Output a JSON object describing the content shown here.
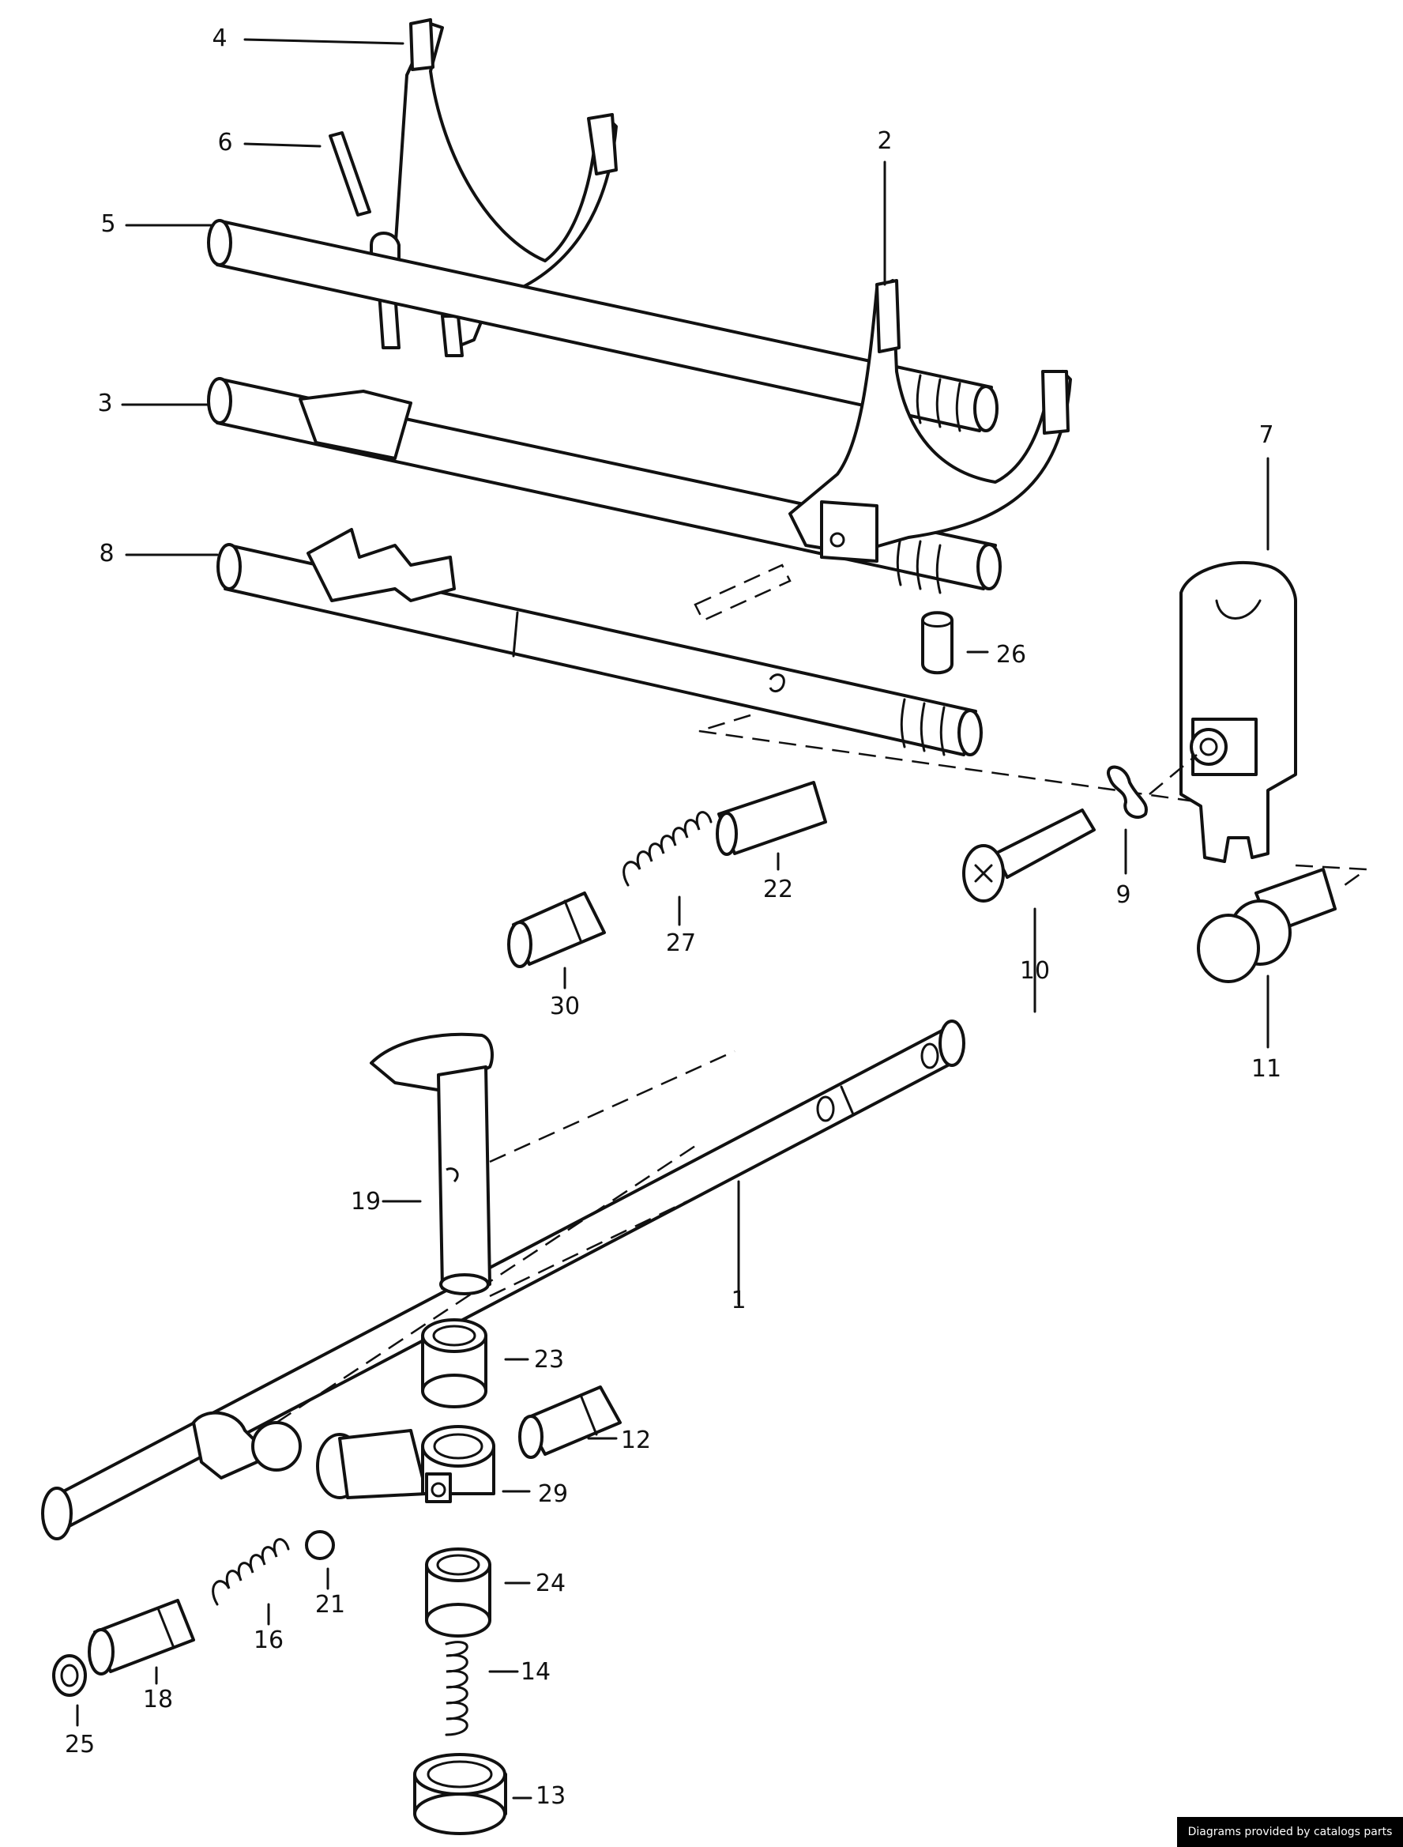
{
  "callouts": [
    "1",
    "2",
    "3",
    "4",
    "5",
    "6",
    "7",
    "8",
    "9",
    "10",
    "11",
    "12",
    "13",
    "14",
    "16",
    "18",
    "19",
    "21",
    "22",
    "23",
    "24",
    "25",
    "26",
    "27",
    "29",
    "30"
  ],
  "watermark": "Diagrams provided by catalogs parts"
}
